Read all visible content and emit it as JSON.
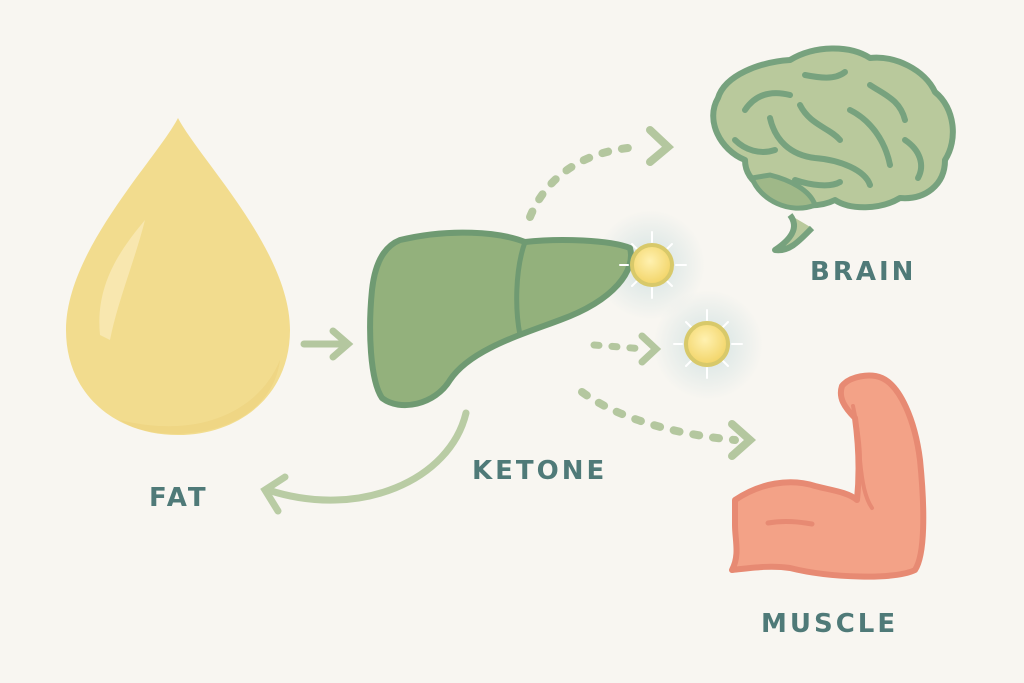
{
  "labels": {
    "fat": "FAT",
    "ketone": "KETONE",
    "brain": "BRAIN",
    "muscle": "MUSCLE"
  },
  "colors": {
    "background": "#f8f6f1",
    "fat_drop": "#f2dc8e",
    "liver": "#93b17c",
    "liver_outline": "#6f9a72",
    "brain": "#b9c99c",
    "brain_outline": "#77a27e",
    "muscle": "#f3a287",
    "muscle_outline": "#e78a73",
    "arrow": "#b4c79f",
    "ketone_body": "#f6dd78",
    "label_text": "#4f7a78"
  },
  "flows": [
    {
      "from": "fat",
      "to": "liver",
      "style": "solid"
    },
    {
      "from": "liver",
      "to": "brain",
      "style": "dashed"
    },
    {
      "from": "liver",
      "to": "ketone",
      "style": "dashed"
    },
    {
      "from": "liver",
      "to": "muscle",
      "style": "dashed"
    },
    {
      "from": "liver",
      "to": "fat",
      "style": "solid-curved"
    }
  ]
}
